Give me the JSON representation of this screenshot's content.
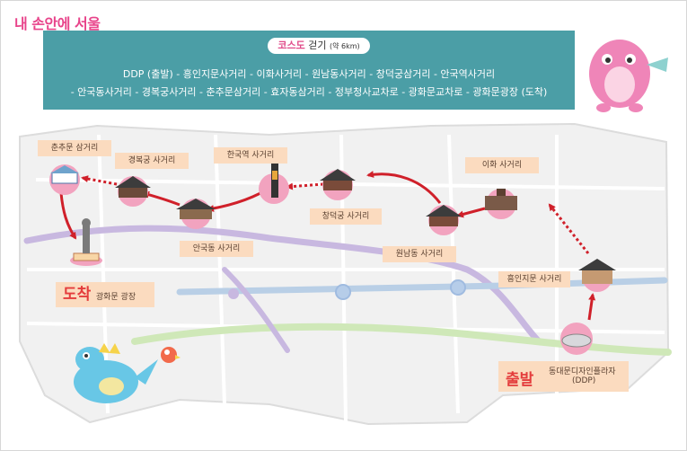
{
  "logo": {
    "text": "내 손안에 서울"
  },
  "header": {
    "course_title": "코스도",
    "course_mode": "걷기",
    "course_distance": "(약 6km)",
    "route_line1": "DDP (출발) - 흥인지문사거리 - 이화사거리 - 원남동사거리 - 창덕궁삼거리 - 안국역사거리",
    "route_line2": "- 안국동사거리 - 경복궁사거리 - 춘추문삼거리 - 효자동삼거리 - 정부청사교차로 - 광화문교차로 - 광화문광장 (도착)"
  },
  "stops": {
    "chunchumun": "춘추문 삼거리",
    "gyeongbokgung": "경복궁 사거리",
    "anguk_station": "한국역 사거리",
    "changdeokgung": "창덕궁 사거리",
    "wonnamdong": "원남동 사거리",
    "ihwa": "이화 사거리",
    "heunginjimun": "흥인지문 사거리",
    "anguk_dong": "안국동 사거리"
  },
  "start": {
    "word": "출발",
    "name": "동대문디자인플라자",
    "abbr": "(DDP)"
  },
  "end": {
    "word": "도착",
    "name": "광화문 광장"
  },
  "colors": {
    "header_bg": "#4b9ea6",
    "label_bg": "#fbdbbf",
    "route_arrow": "#d0202a",
    "road": "#e5e5e5",
    "subway_purple": "#c8b8e0",
    "subway_blue": "#b9cfe6",
    "subway_green": "#cfe8b8",
    "station_circle": "#f2a3bf",
    "accent_pink": "#e8438a"
  }
}
